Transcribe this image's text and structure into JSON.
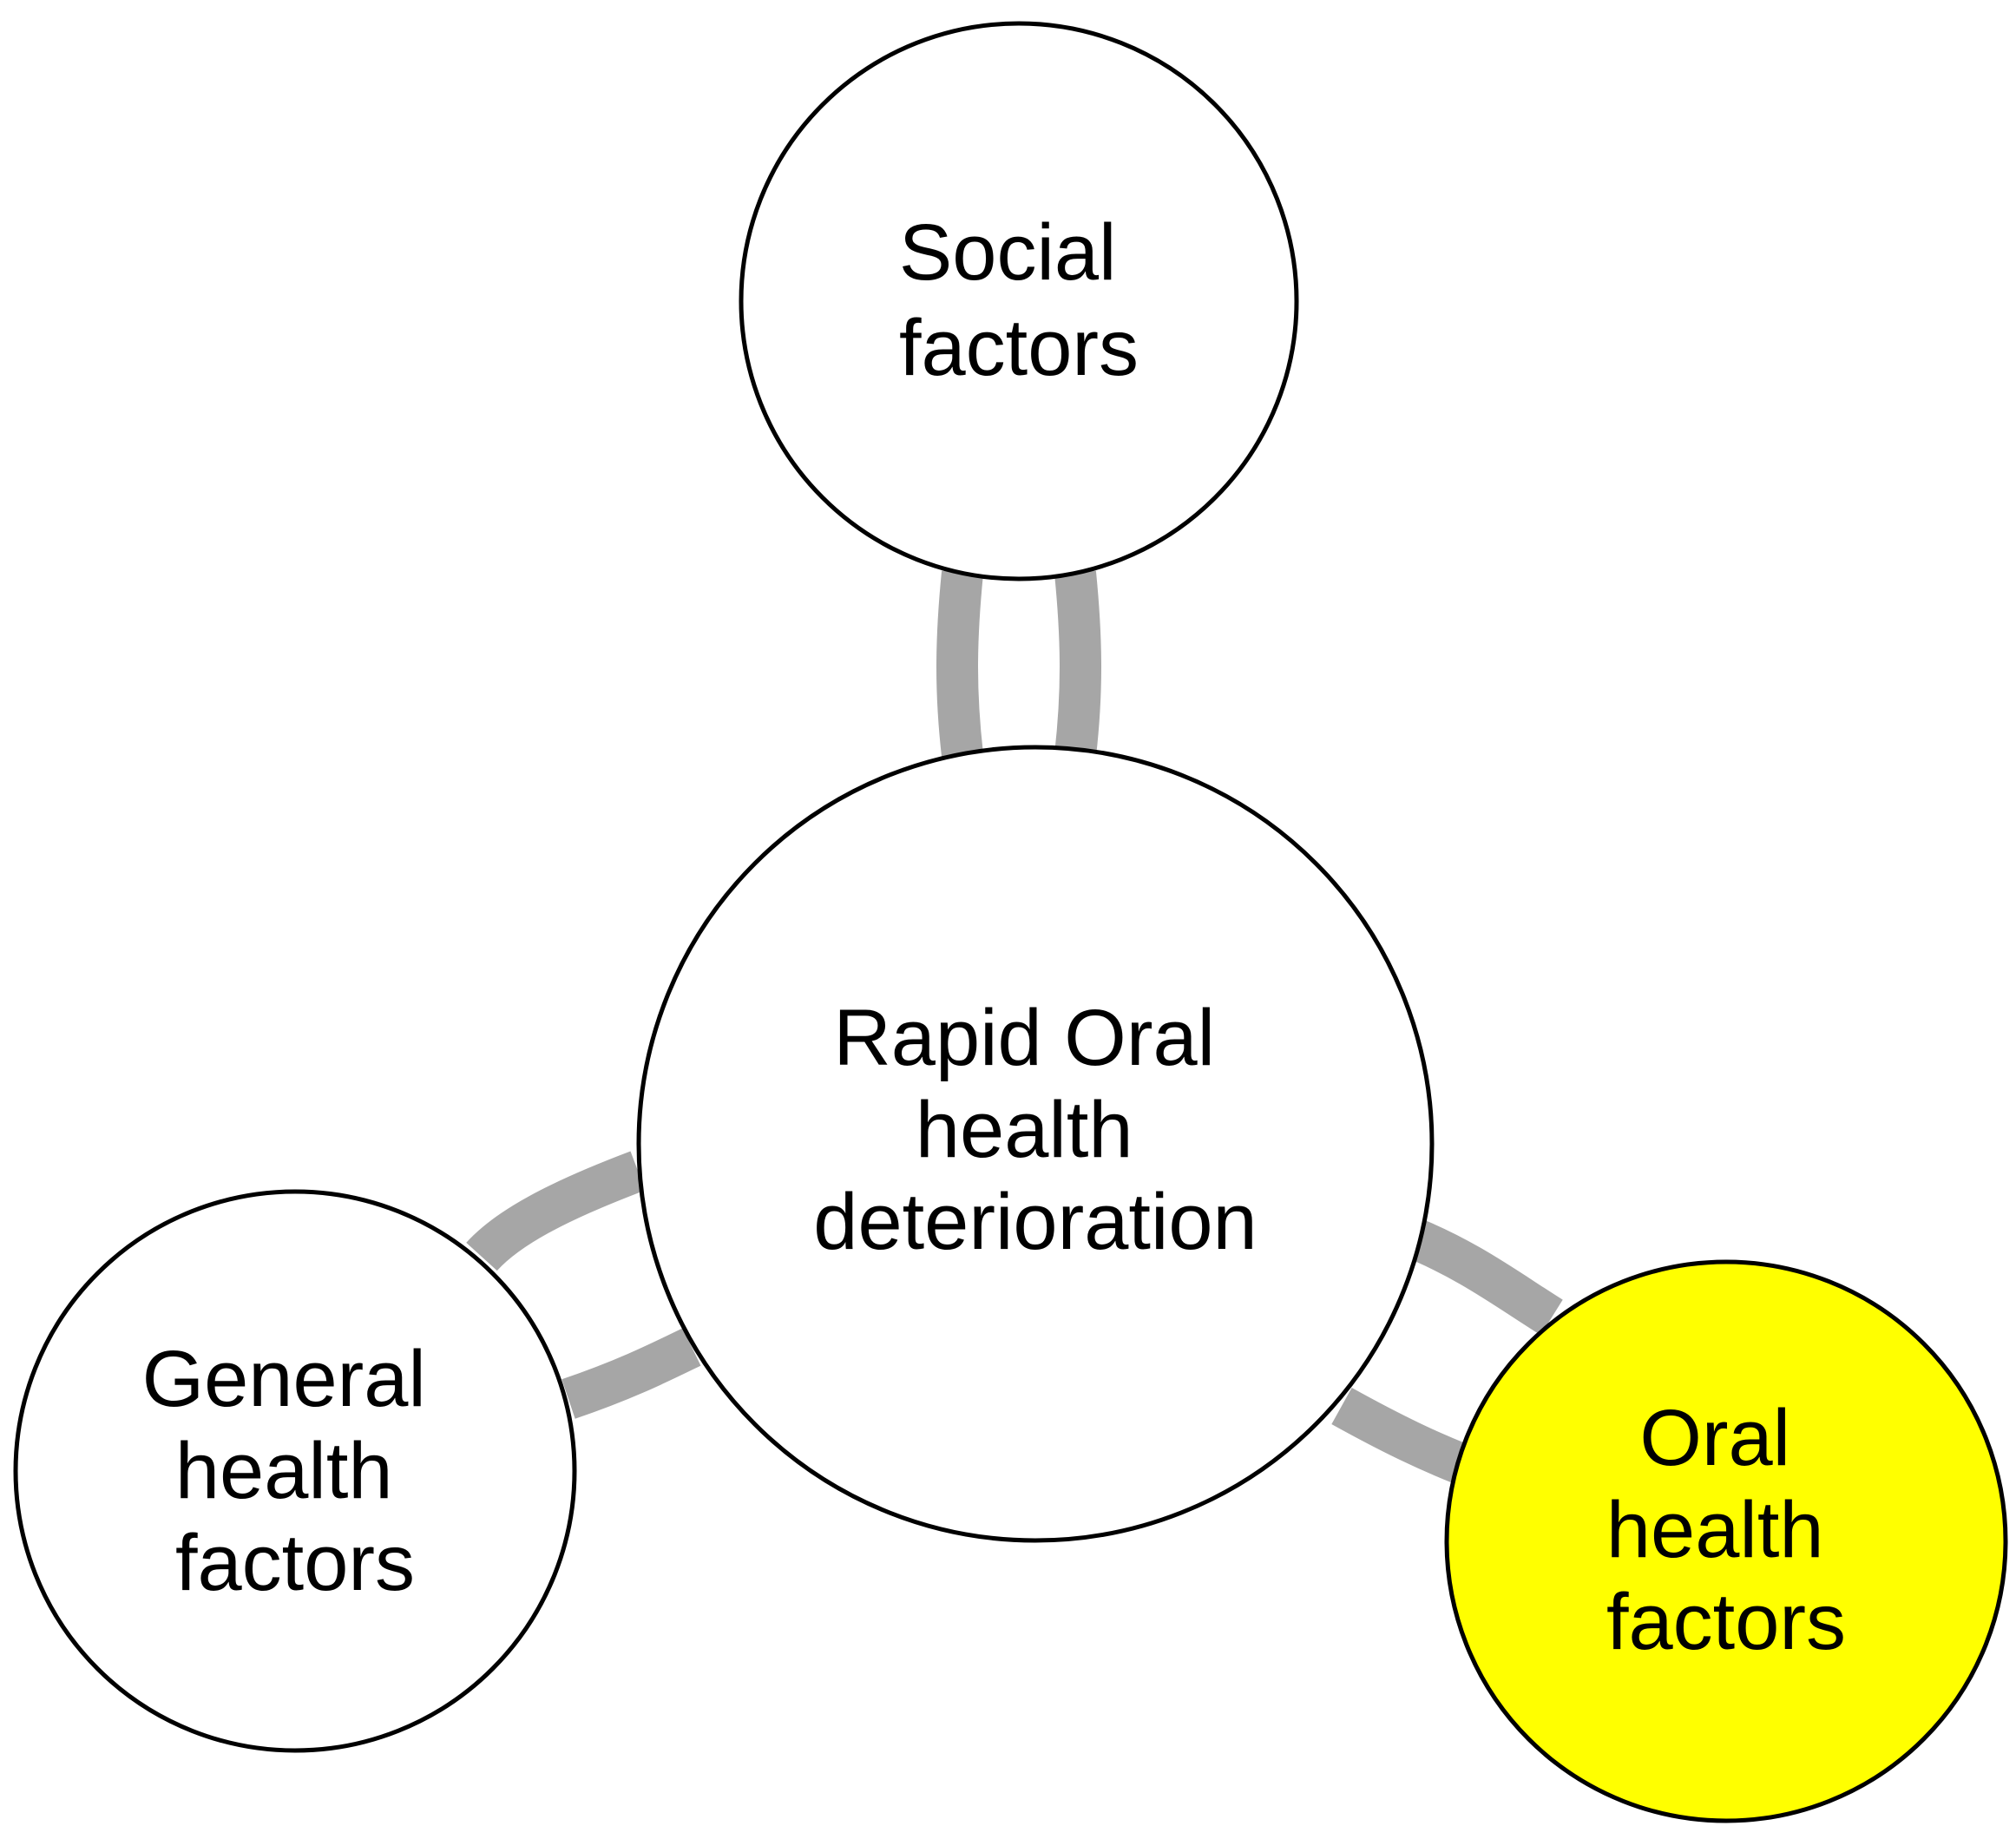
{
  "colors": {
    "connector": "#a6a6a6",
    "outline": "#000000",
    "node_fill": "#ffffff",
    "highlight_fill": "#ffff00"
  },
  "nodes": {
    "center": {
      "lines": [
        "Rapid Oral",
        "health",
        "deterioration"
      ]
    },
    "social": {
      "lines": [
        "Social",
        "factors"
      ]
    },
    "general": {
      "lines": [
        "General",
        "health",
        "factors"
      ]
    },
    "oral": {
      "lines": [
        "Oral",
        "health",
        "factors"
      ],
      "highlighted": true
    }
  }
}
